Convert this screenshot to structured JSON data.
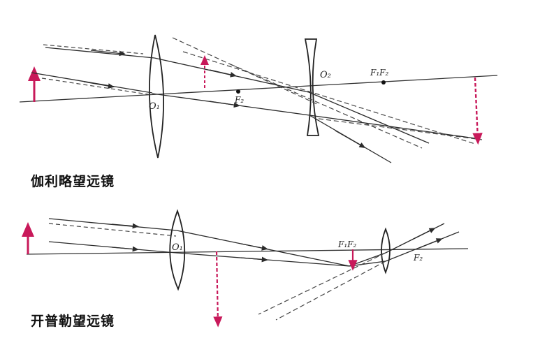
{
  "colors": {
    "ray": "#2b2b2b",
    "axis": "#333333",
    "arrow": "#c8195a",
    "dashed": "#444444"
  },
  "galileo": {
    "caption": "伽利略望远镜",
    "labels": {
      "objective_center": "O₁",
      "eyepiece_center": "O₂",
      "focus_common": "F₁F₂",
      "focus_second": "F₂"
    }
  },
  "kepler": {
    "caption": "开普勒望远镜",
    "labels": {
      "objective_center": "O₁",
      "focus_common": "F₁F₂",
      "focus_second": "F₂"
    }
  }
}
